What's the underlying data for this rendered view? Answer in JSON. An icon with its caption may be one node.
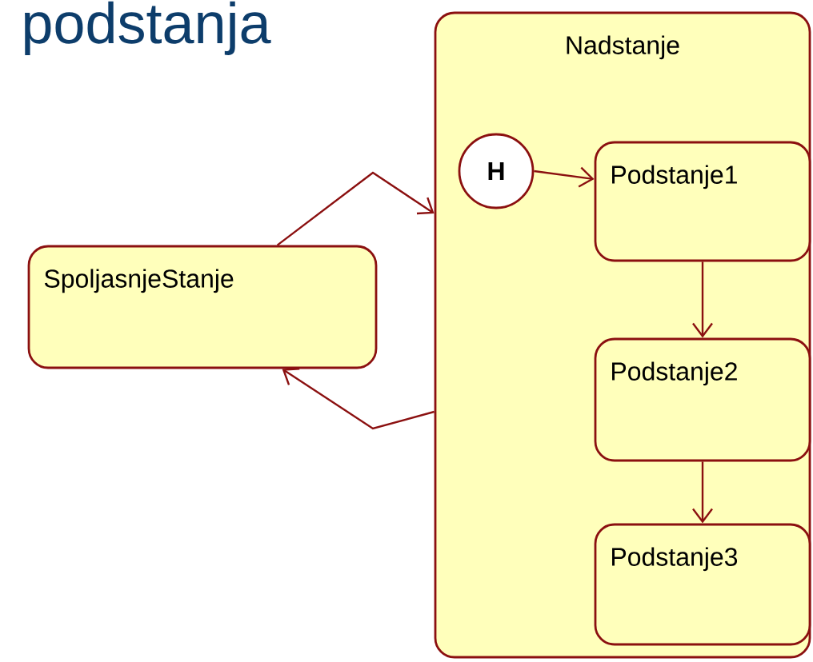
{
  "diagram": {
    "title": "podstanja",
    "nodes": [
      {
        "text": [
          "SpoljasnjeStanje"
        ]
      },
      {
        "text": [
          "Nadstanje"
        ]
      },
      {
        "text": [
          "H"
        ],
        "in": 1
      },
      {
        "text": [
          "Podstanje1"
        ],
        "in": 1
      },
      {
        "text": [
          "Podstanje2"
        ],
        "in": 1
      },
      {
        "text": [
          "Podstanje3"
        ],
        "in": 1
      }
    ],
    "edges": [
      {
        "from": 0,
        "to": 1,
        "arrow": "to"
      },
      {
        "from": 1,
        "to": 0,
        "arrow": "to"
      },
      {
        "from": 2,
        "to": 3,
        "arrow": "to"
      },
      {
        "from": 3,
        "to": 4,
        "arrow": "to"
      },
      {
        "from": 4,
        "to": 5,
        "arrow": "to"
      }
    ]
  }
}
